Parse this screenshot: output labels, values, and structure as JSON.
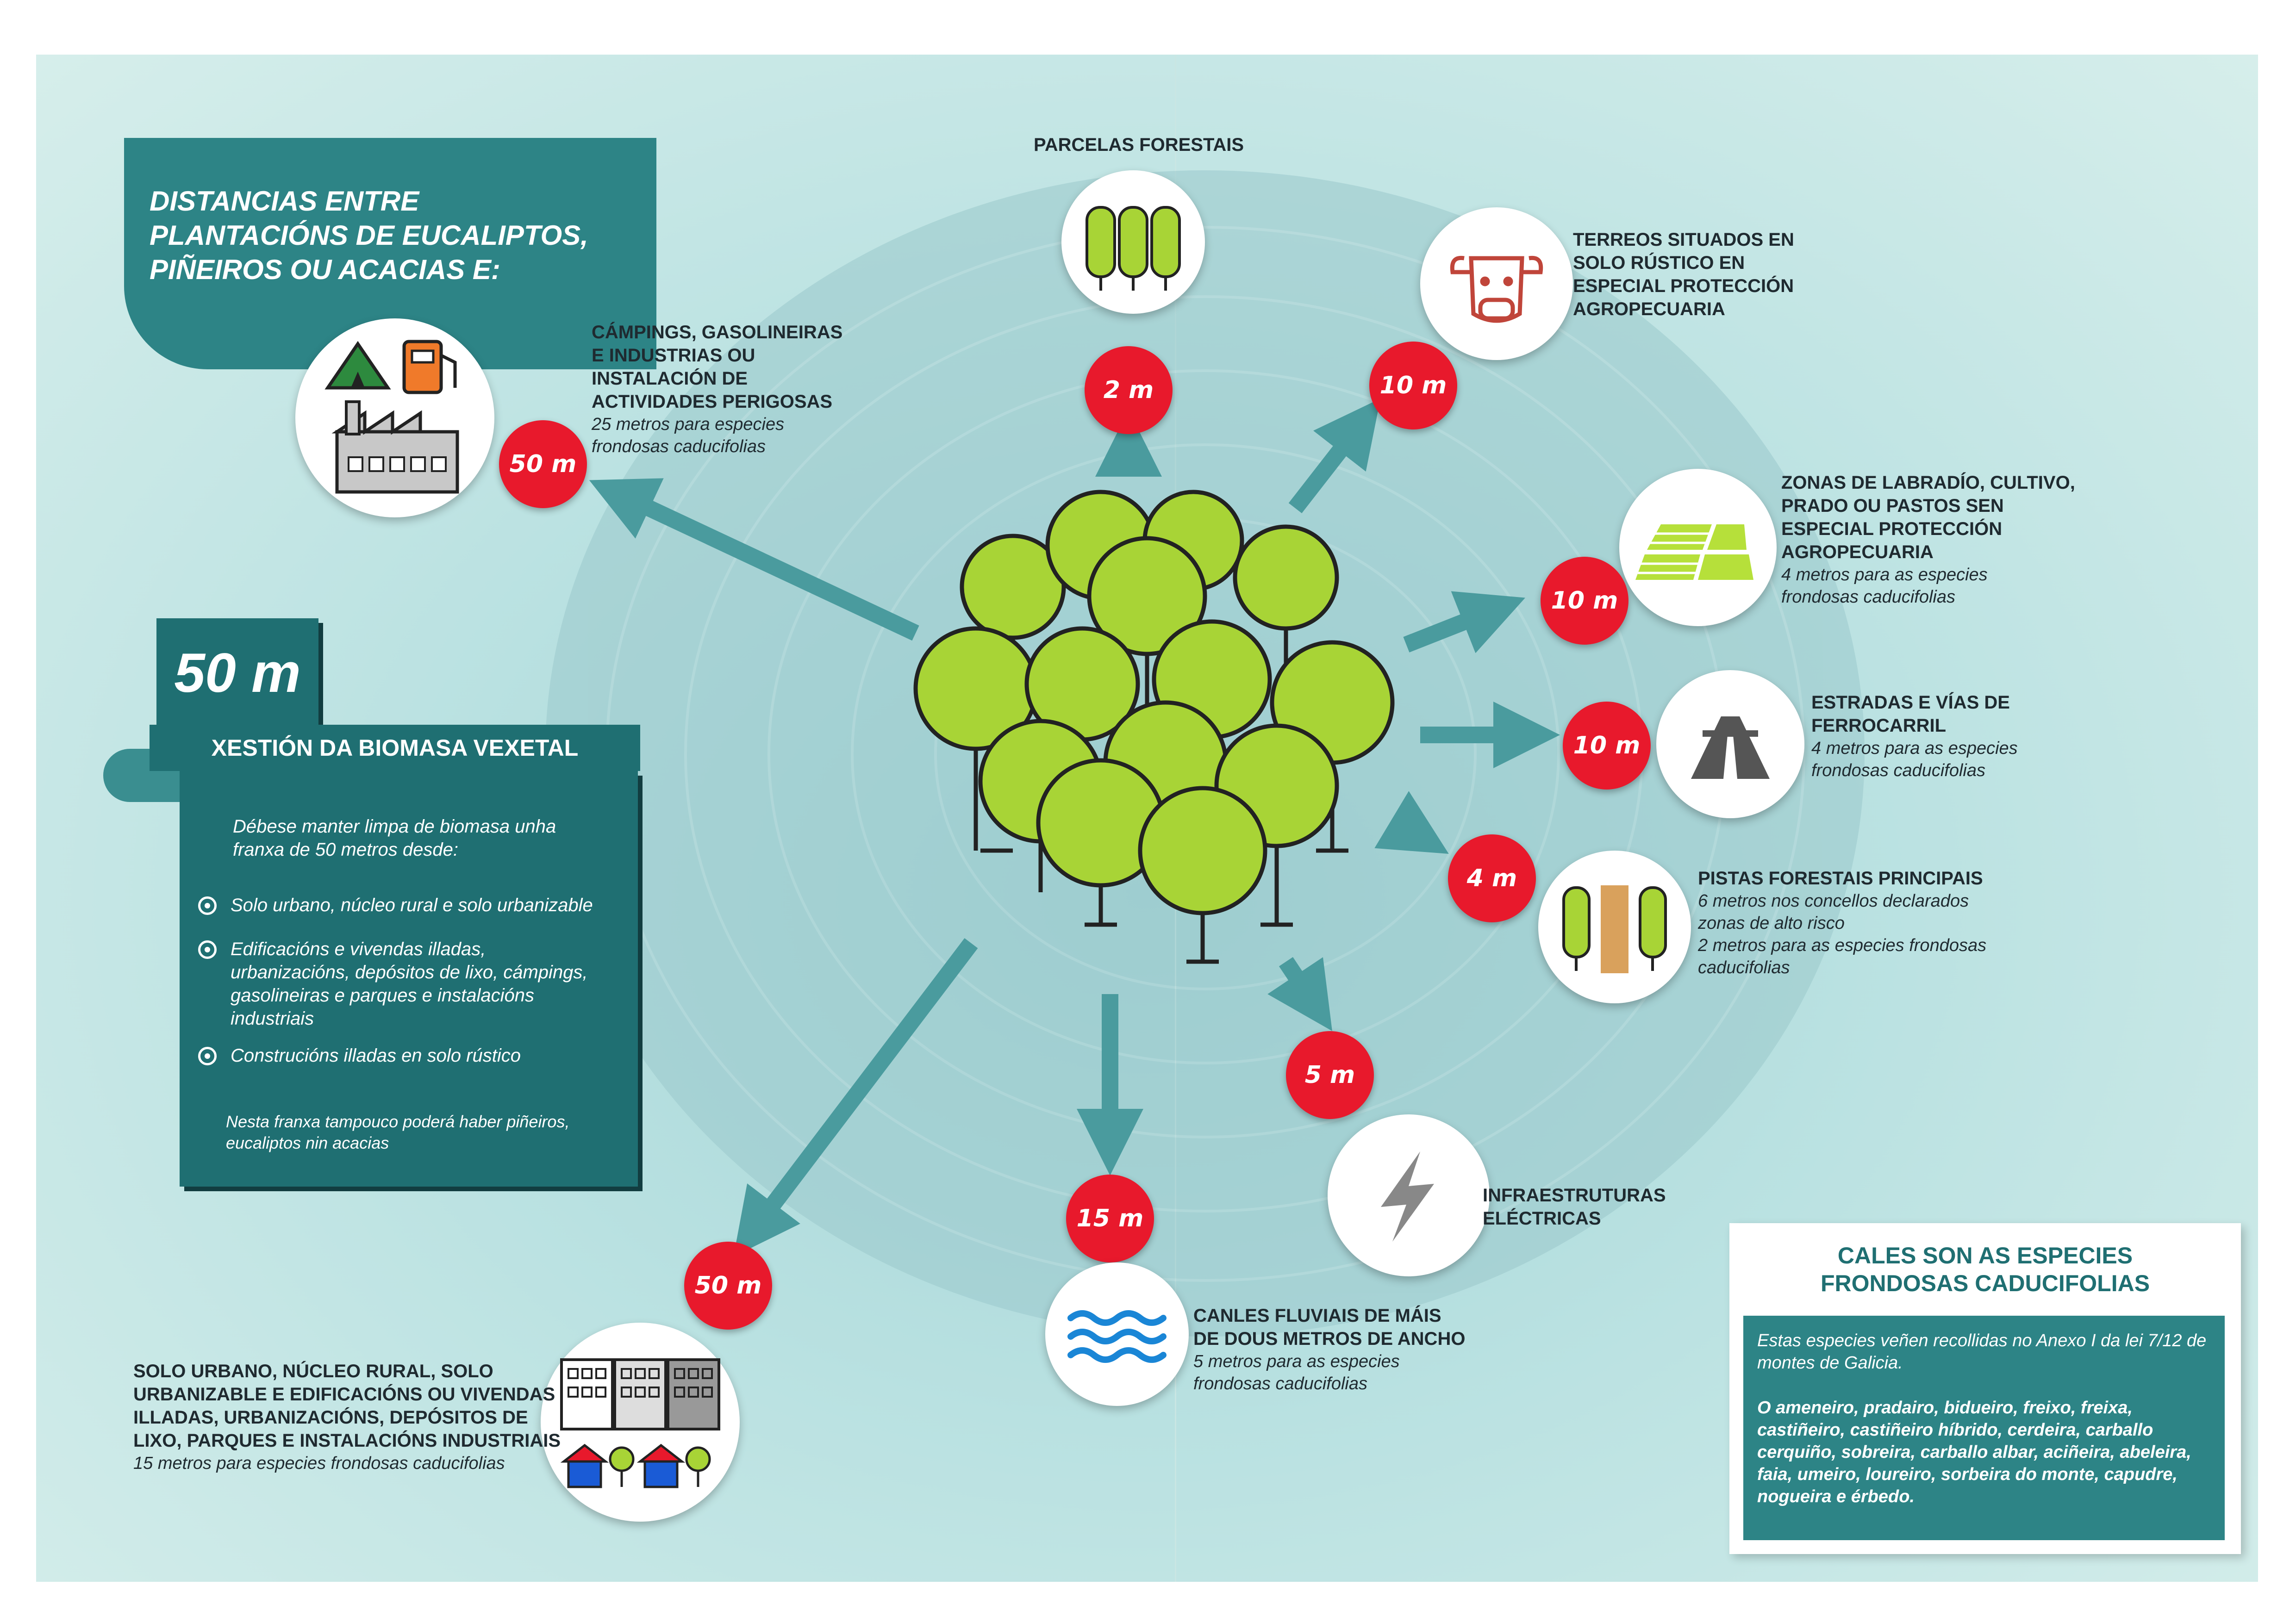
{
  "title": "DISTANCIAS ENTRE\nPLANTACIÓNS DE EUCALIPTOS,\nPIÑEIROS OU ACACIAS E:",
  "biomass": {
    "distance": "50 m",
    "heading": "XESTIÓN DA BIOMASA VEXETAL",
    "intro": "Débese manter limpa de biomasa unha\nfranxa de 50 metros desde:",
    "items": [
      "Solo urbano, núcleo rural e solo urbanizable",
      "Edificacións e vivendas illadas,\nurbanizacións, depósitos de lixo, cámpings,\ngasolineiras e parques e instalacións\nindustriais",
      "Construcións illadas en solo rústico"
    ],
    "footnote": "Nesta franxa tampouco poderá haber piñeiros,\neucaliptos nin acacias"
  },
  "targets": {
    "campings": {
      "title": "CÁMPINGS, GASOLINEIRAS\nE INDUSTRIAS OU\nINSTALACIÓN DE\nACTIVIDADES PERIGOSAS",
      "sub": "25 metros para especies\nfrondosas caducifolias",
      "distance": "50 m"
    },
    "parcelas": {
      "title": "PARCELAS FORESTAIS",
      "sub": "",
      "distance": "2 m"
    },
    "terreos": {
      "title": "TERREOS SITUADOS EN\nSOLO RÚSTICO EN\nESPECIAL PROTECCIÓN\nAGROPECUARIA",
      "sub": "",
      "distance": "10 m"
    },
    "zonas": {
      "title": "ZONAS DE LABRADÍO, CULTIVO,\nPRADO OU PASTOS SEN\nESPECIAL PROTECCIÓN\nAGROPECUARIA",
      "sub": "4 metros para as especies\nfrondosas caducifolias",
      "distance": "10 m"
    },
    "estradas": {
      "title": "ESTRADAS E VÍAS DE\nFERROCARRIL",
      "sub": "4 metros para as especies\nfrondosas caducifolias",
      "distance": "10 m"
    },
    "pistas": {
      "title": "PISTAS FORESTAIS PRINCIPAIS",
      "sub": "6 metros nos concellos declarados\nzonas de alto risco\n2 metros para as especies frondosas\ncaducifolias",
      "distance": "4 m"
    },
    "infra": {
      "title": "INFRAESTRUTURAS\nELÉCTRICAS",
      "sub": "",
      "distance": "5 m"
    },
    "canles": {
      "title": "CANLES FLUVIAIS DE MÁIS\nDE DOUS METROS DE ANCHO",
      "sub": "5 metros para as especies\nfrondosas caducifolias",
      "distance": "15 m"
    },
    "solo": {
      "title": "SOLO URBANO, NÚCLEO RURAL, SOLO\nURBANIZABLE E EDIFICACIÓNS OU VIVENDAS\nILLADAS, URBANIZACIÓNS, DEPÓSITOS DE\nLIXO, PARQUES E INSTALACIÓNS INDUSTRIAIS",
      "sub": "15 metros para especies frondosas caducifolias",
      "distance": "50 m"
    }
  },
  "cales": {
    "title": "CALES SON AS ESPECIES\nFRONDOSAS CADUCIFOLIAS",
    "intro": "Estas especies veñen recollidas no Anexo I da lei 7/12 de montes de Galicia.",
    "list": "O ameneiro, pradairo, bidueiro, freixo, freixa, castiñeiro, castiñeiro híbrido, cerdeira, carballo cerquiño, sobreira, carballo albar, aciñeira, abeleira, faia, umeiro, loureiro, sorbeira do monte, capudre, nogueira e érbedo."
  },
  "colors": {
    "teal": "#2d8486",
    "dark_teal": "#1f6f72",
    "red": "#e8192c",
    "green": "#a8d436",
    "arrow": "#4a9b9e"
  },
  "icons": [
    "tent-icon",
    "fuel-pump-icon",
    "factory-icon",
    "tree-row-icon",
    "cow-icon",
    "field-icon",
    "road-icon",
    "forest-track-icon",
    "lightning-icon",
    "water-icon",
    "buildings-icon",
    "houses-icon",
    "tree-cluster-icon"
  ]
}
